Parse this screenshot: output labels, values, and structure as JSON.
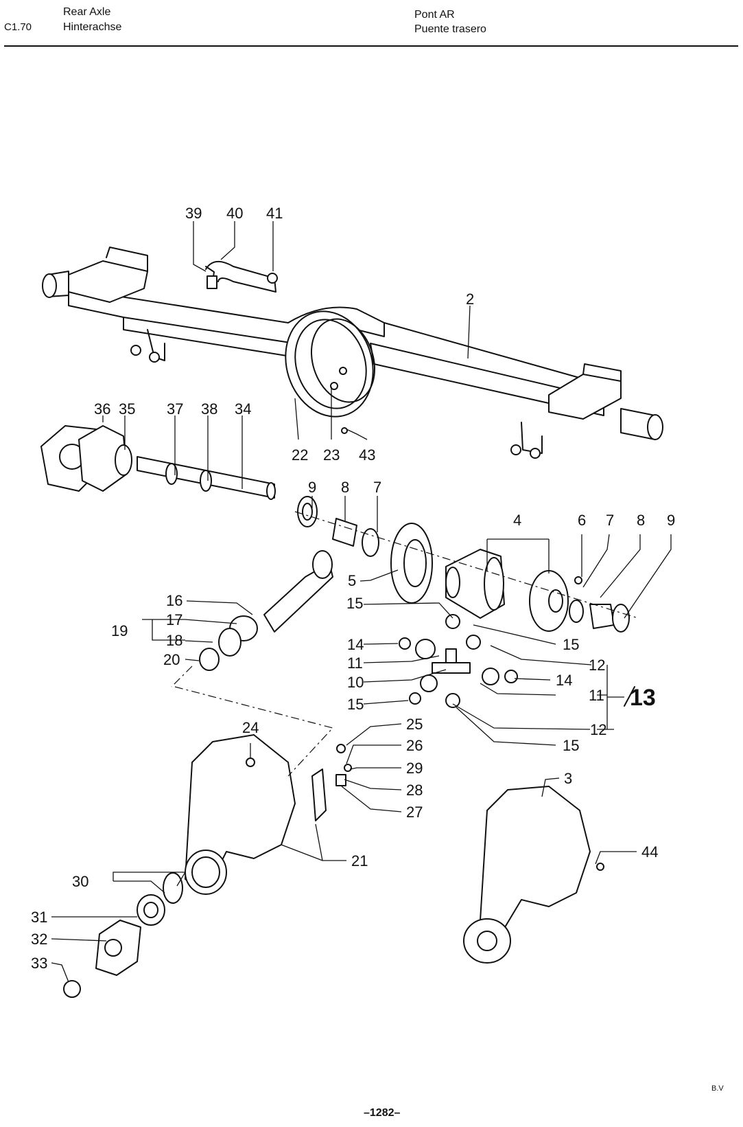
{
  "header": {
    "section": "C1.70",
    "title_en": "Rear Axle",
    "title_de": "Hinterachse",
    "title_fr": "Pont AR",
    "title_es": "Puente trasero"
  },
  "callouts": {
    "c39": "39",
    "c40": "40",
    "c41": "41",
    "c2": "2",
    "c36": "36",
    "c35": "35",
    "c37": "37",
    "c38": "38",
    "c34": "34",
    "c22": "22",
    "c23": "23",
    "c43": "43",
    "c9a": "9",
    "c8a": "8",
    "c7a": "7",
    "c4": "4",
    "c6": "6",
    "c7b": "7",
    "c8b": "8",
    "c9b": "9",
    "c5": "5",
    "c16": "16",
    "c17": "17",
    "c18": "18",
    "c19": "19",
    "c20": "20",
    "c15a": "15",
    "c15b": "15",
    "c15c": "15",
    "c15d": "15",
    "c14a": "14",
    "c14b": "14",
    "c11a": "11",
    "c11b": "11",
    "c10": "10",
    "c12a": "12",
    "c12b": "12",
    "c13": "13",
    "c24": "24",
    "c25": "25",
    "c26": "26",
    "c29": "29",
    "c28": "28",
    "c27": "27",
    "c3": "3",
    "c44": "44",
    "c21": "21",
    "c30": "30",
    "c31": "31",
    "c32": "32",
    "c33": "33"
  },
  "footer": {
    "page_number": "–1282–",
    "mark": "B.V"
  }
}
